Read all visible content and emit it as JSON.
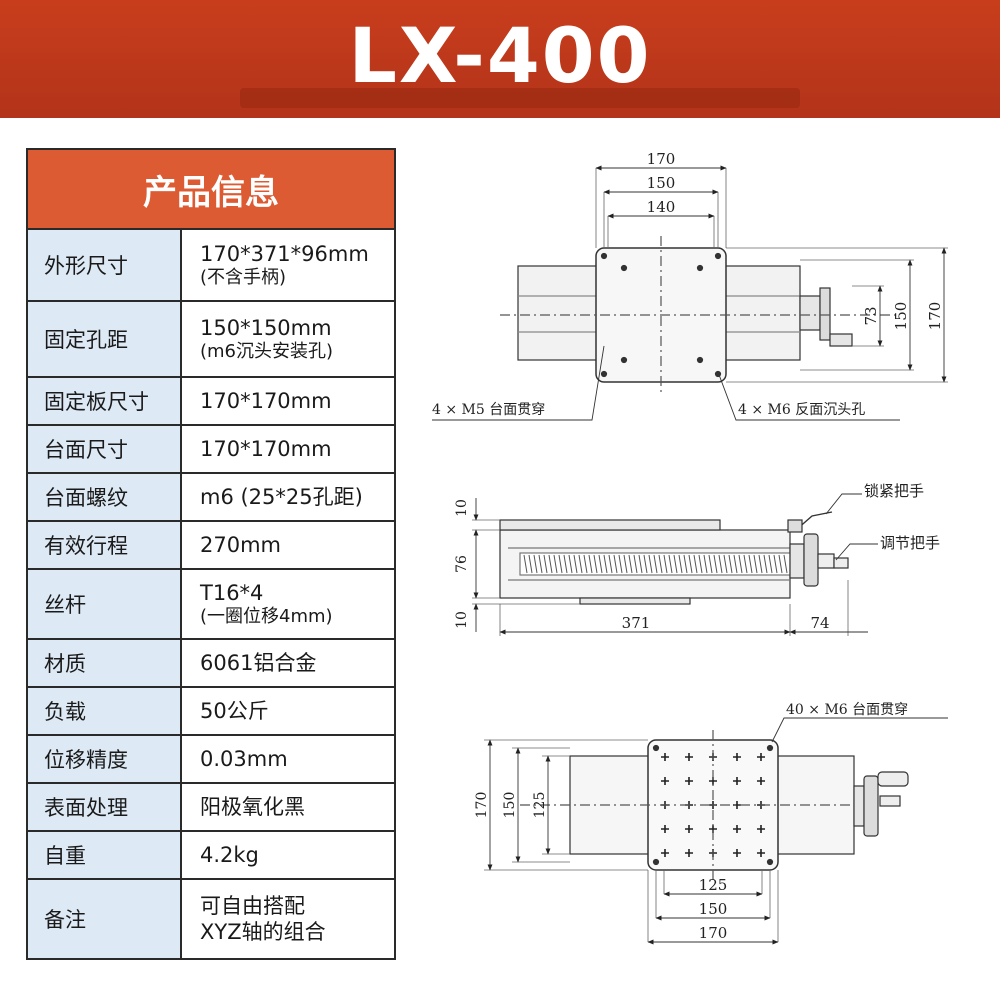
{
  "banner": {
    "title": "LX-400"
  },
  "spec": {
    "header": "产品信息",
    "rows": [
      {
        "label": "外形尺寸",
        "value": "170*371*96mm",
        "note": "(不含手柄)"
      },
      {
        "label": "固定孔距",
        "value": "150*150mm",
        "note": "(m6沉头安装孔)"
      },
      {
        "label": "固定板尺寸",
        "value": "170*170mm",
        "note": ""
      },
      {
        "label": "台面尺寸",
        "value": "170*170mm",
        "note": ""
      },
      {
        "label": "台面螺纹",
        "value": "m6 (25*25孔距)",
        "note": ""
      },
      {
        "label": "有效行程",
        "value": "270mm",
        "note": ""
      },
      {
        "label": "丝杆",
        "value": "T16*4",
        "note": "(一圈位移4mm)"
      },
      {
        "label": "材质",
        "value": "6061铝合金",
        "note": ""
      },
      {
        "label": "负载",
        "value": "50公斤",
        "note": ""
      },
      {
        "label": "位移精度",
        "value": "0.03mm",
        "note": ""
      },
      {
        "label": "表面处理",
        "value": "阳极氧化黑",
        "note": ""
      },
      {
        "label": "自重",
        "value": "4.2kg",
        "note": ""
      },
      {
        "label": "备注",
        "value": "可自由搭配",
        "note": "XYZ轴的组合"
      }
    ]
  },
  "drawing": {
    "top": {
      "dim_width_outer": "170",
      "dim_width_mid": "150",
      "dim_width_inner": "140",
      "dim_h_73": "73",
      "dim_h_150": "150",
      "dim_h_170": "170",
      "callout_left": "4 × M5 台面贯穿",
      "callout_right": "4 × M6 反面沉头孔"
    },
    "side": {
      "dim_10_top": "10",
      "dim_76": "76",
      "dim_10_bottom": "10",
      "dim_length": "371",
      "dim_handle": "74",
      "label_lock": "锁紧把手",
      "label_adjust": "调节把手"
    },
    "bottom": {
      "callout": "40 × M6 台面贯穿",
      "dim_v_170": "170",
      "dim_v_150": "150",
      "dim_v_125": "125",
      "dim_h_125": "125",
      "dim_h_150": "150",
      "dim_h_170": "170"
    }
  }
}
